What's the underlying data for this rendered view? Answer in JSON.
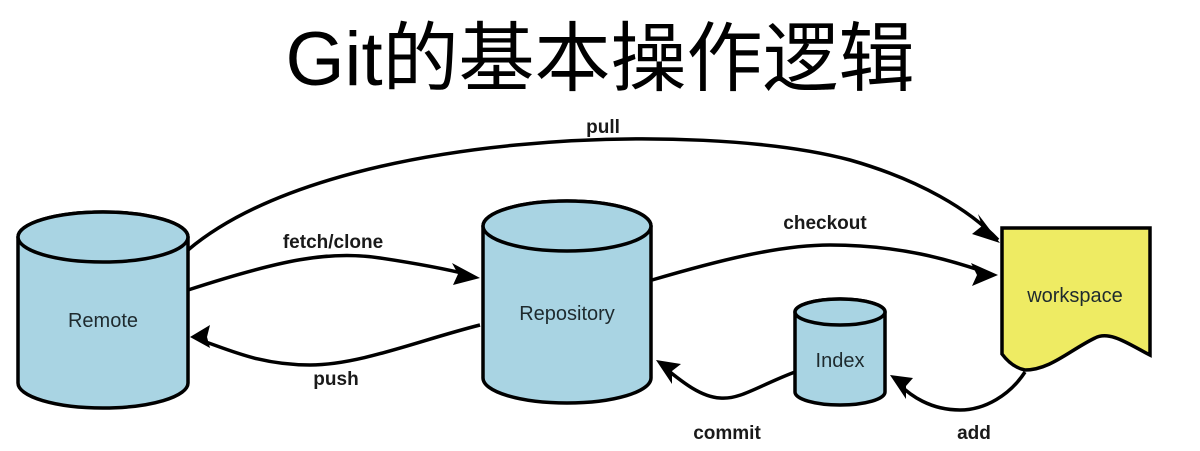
{
  "title": {
    "latin": "Git",
    "cjk": "的基本操作逻辑"
  },
  "colors": {
    "cylinder_fill": "#a9d4e3",
    "workspace_fill": "#eeeb63",
    "stroke": "#000000"
  },
  "nodes": {
    "remote": {
      "label": "Remote",
      "shape": "cylinder"
    },
    "repository": {
      "label": "Repository",
      "shape": "cylinder"
    },
    "index": {
      "label": "Index",
      "shape": "cylinder"
    },
    "workspace": {
      "label": "workspace",
      "shape": "document"
    }
  },
  "edges": {
    "pull": {
      "label": "pull",
      "from": "Remote",
      "to": "workspace"
    },
    "fetch_clone": {
      "label": "fetch/clone",
      "from": "Remote",
      "to": "Repository"
    },
    "push": {
      "label": "push",
      "from": "Repository",
      "to": "Remote"
    },
    "checkout": {
      "label": "checkout",
      "from": "Repository",
      "to": "workspace"
    },
    "commit": {
      "label": "commit",
      "from": "Index",
      "to": "Repository"
    },
    "add": {
      "label": "add",
      "from": "workspace",
      "to": "Index"
    }
  }
}
